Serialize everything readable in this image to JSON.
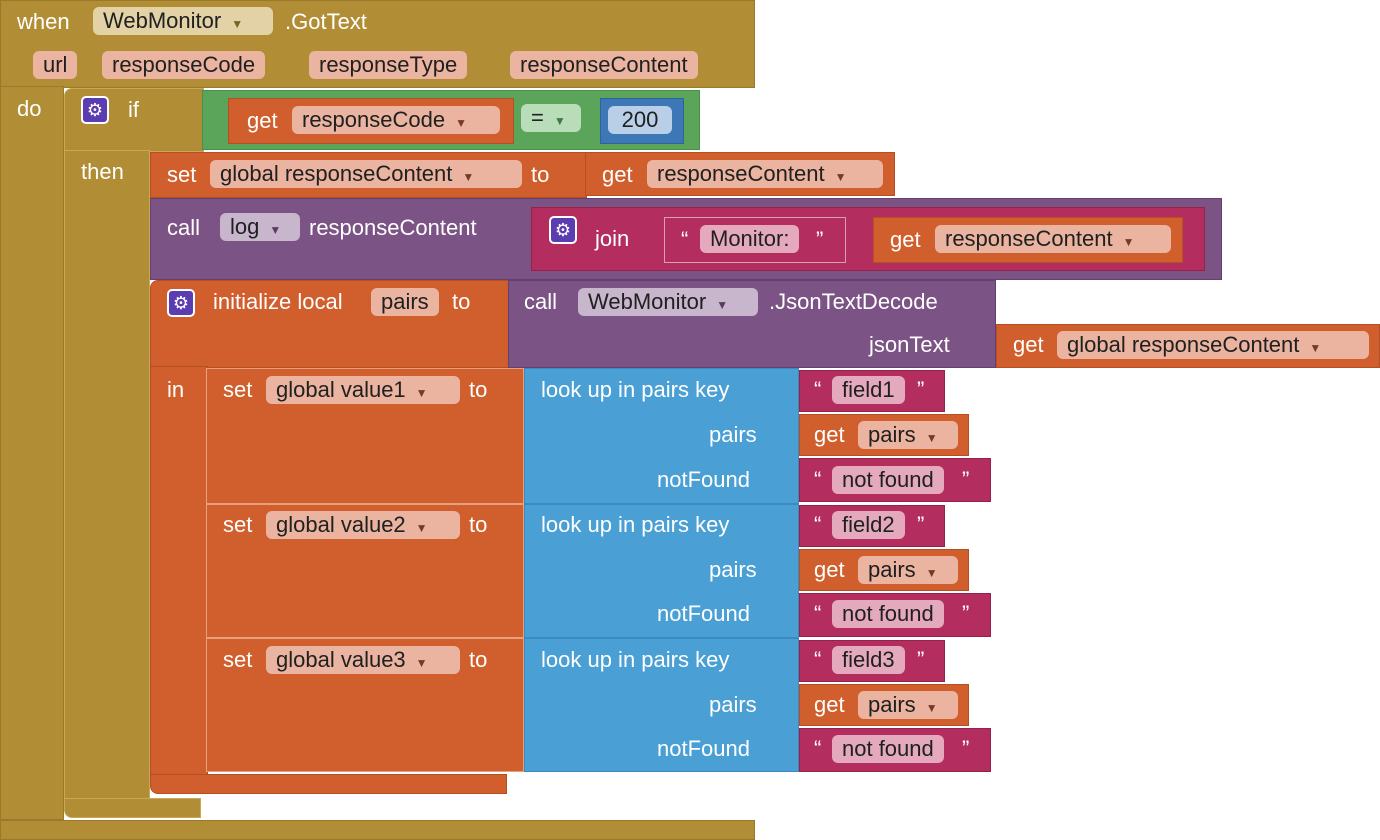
{
  "event": {
    "when_label": "when",
    "component": "WebMonitor",
    "event_name": ".GotText",
    "params": [
      "url",
      "responseCode",
      "responseType",
      "responseContent"
    ],
    "do_label": "do"
  },
  "if_block": {
    "if_label": "if",
    "then_label": "then",
    "get_label": "get",
    "get_var": "responseCode",
    "operator": "=",
    "value": "200"
  },
  "set_global": {
    "set_label": "set",
    "var": "global responseContent",
    "to_label": "to",
    "get_label": "get",
    "get_var": "responseContent"
  },
  "call_log": {
    "call_label": "call",
    "component": "log",
    "method": "responseContent",
    "join_label": "join",
    "text_value": "Monitor:",
    "get_label": "get",
    "get_var": "responseContent"
  },
  "init_local": {
    "label": "initialize local",
    "var": "pairs",
    "to_label": "to",
    "in_label": "in",
    "call_label": "call",
    "component": "WebMonitor",
    "method": ".JsonTextDecode",
    "param_label": "jsonText",
    "get_label": "get",
    "get_var": "global responseContent"
  },
  "lookups": [
    {
      "set_label": "set",
      "var": "global value1",
      "to_label": "to",
      "lookup_label": "look up in pairs  key",
      "key": "field1",
      "pairs_label": "pairs",
      "get_label": "get",
      "pairs_var": "pairs",
      "notfound_label": "notFound",
      "notfound_value": "not found"
    },
    {
      "set_label": "set",
      "var": "global value2",
      "to_label": "to",
      "lookup_label": "look up in pairs  key",
      "key": "field2",
      "pairs_label": "pairs",
      "get_label": "get",
      "pairs_var": "pairs",
      "notfound_label": "notFound",
      "notfound_value": "not found"
    },
    {
      "set_label": "set",
      "var": "global value3",
      "to_label": "to",
      "lookup_label": "look up in pairs  key",
      "key": "field3",
      "pairs_label": "pairs",
      "get_label": "get",
      "pairs_var": "pairs",
      "notfound_label": "notFound",
      "notfound_value": "not found"
    }
  ],
  "glyphs": {
    "dropdown": "▼",
    "gear": "⚙",
    "open_quote": "“",
    "close_quote": "”"
  },
  "colors": {
    "event": "#b18e35",
    "variable": "#d05f2d",
    "procedure": "#7c5385",
    "logic": "#5ba55b",
    "dictionary": "#4a9fd4",
    "text": "#b32d5e",
    "control_icon": "#5b3db1"
  }
}
